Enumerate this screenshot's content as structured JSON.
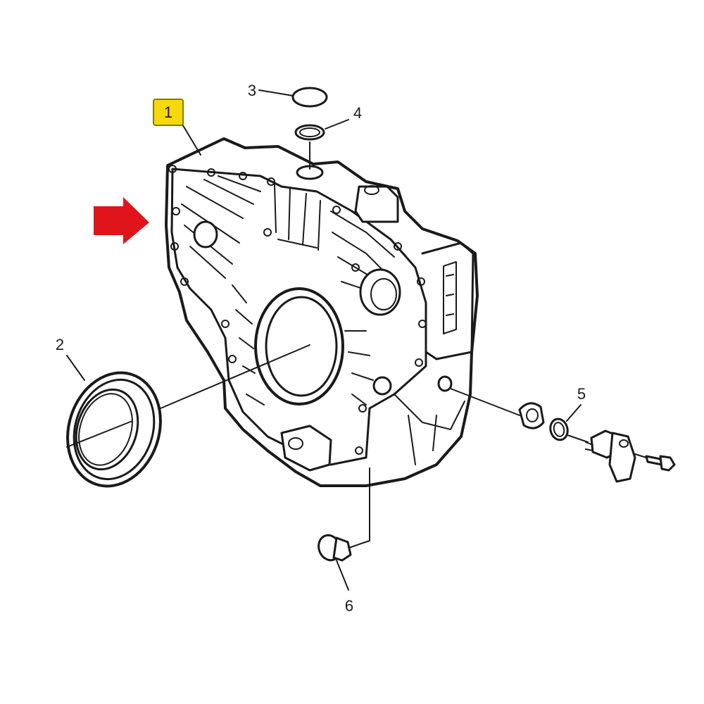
{
  "colors": {
    "highlight_box": "#f5d90a",
    "arrow": "#e0151b",
    "line": "#1a1a1a",
    "background": "#ffffff"
  },
  "callouts": [
    {
      "id": "1",
      "label": "1",
      "highlighted": true
    },
    {
      "id": "2",
      "label": "2"
    },
    {
      "id": "3",
      "label": "3"
    },
    {
      "id": "4",
      "label": "4"
    },
    {
      "id": "5",
      "label": "5"
    },
    {
      "id": "6",
      "label": "6"
    }
  ],
  "icons": {
    "pointer": "red-arrow-icon"
  }
}
